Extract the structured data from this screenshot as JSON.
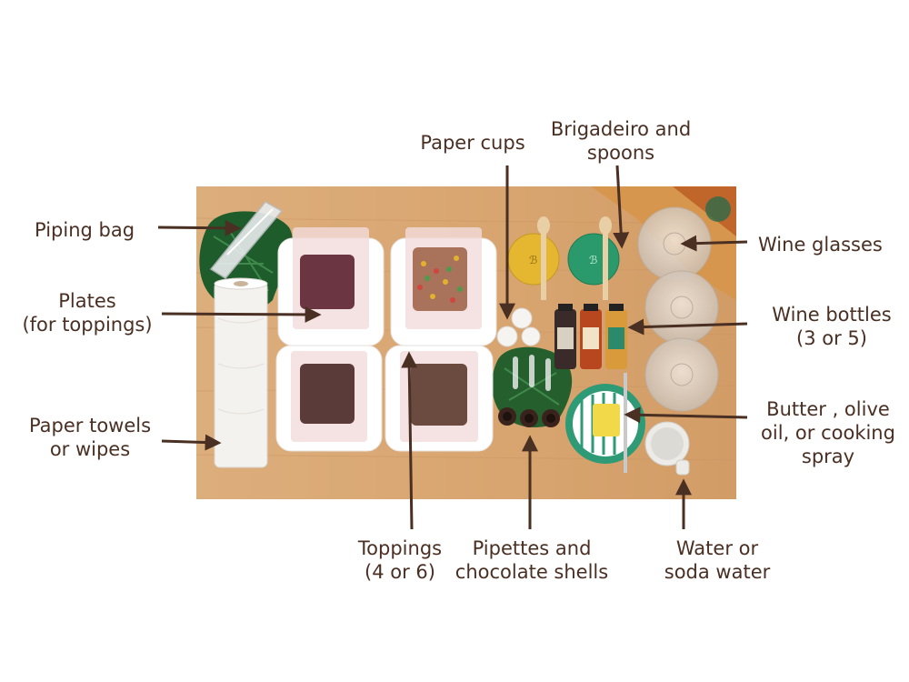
{
  "labels": {
    "piping_bag": "Piping bag",
    "plates_line1": "Plates",
    "plates_line2": "(for toppings)",
    "paper_towels_line1": "Paper towels",
    "paper_towels_line2": "or wipes",
    "paper_cups": "Paper cups",
    "brigadeiro_line1": "Brigadeiro and",
    "brigadeiro_line2": "spoons",
    "wine_glasses": "Wine glasses",
    "wine_bottles_line1": "Wine bottles",
    "wine_bottles_line2": "(3 or 5)",
    "butter_line1": "Butter , olive",
    "butter_line2": "oil, or cooking",
    "butter_line3": "spray",
    "toppings_line1": "Toppings",
    "toppings_line2": "(4 or 6)",
    "pipettes_line1": "Pipettes and",
    "pipettes_line2": "chocolate shells",
    "water_line1": "Water or",
    "water_line2": "soda water"
  },
  "colors": {
    "text": "#4a2f23",
    "arrow": "#4a2f23",
    "table": "#d8a873"
  }
}
